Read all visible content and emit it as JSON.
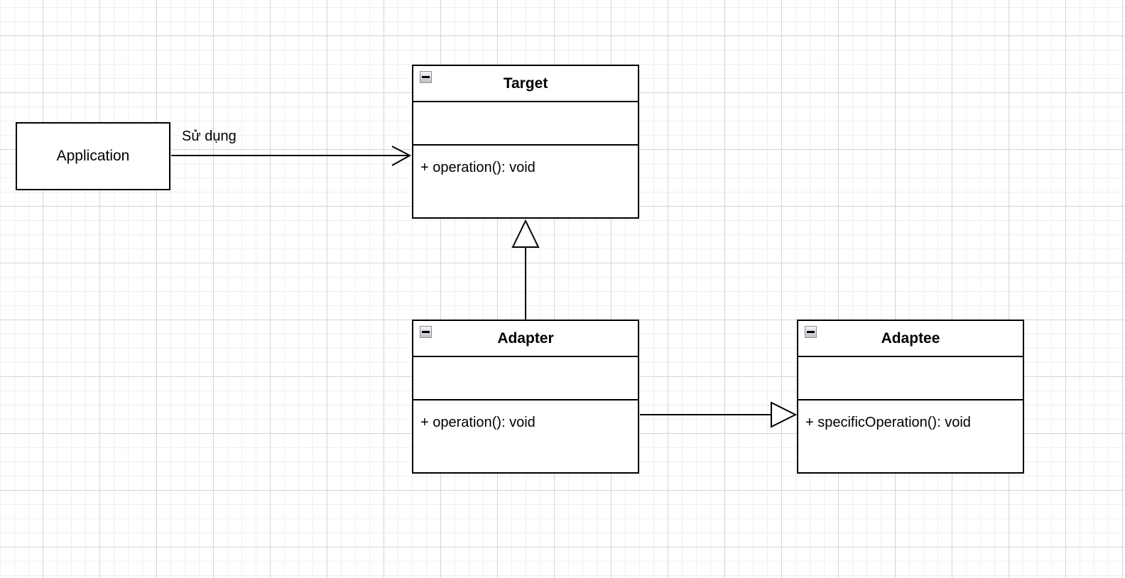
{
  "app": {
    "type": "uml-class-diagram",
    "pattern": "Adapter"
  },
  "colors": {
    "background": "#ffffff",
    "stroke": "#000000",
    "grid_minor": "#efefef",
    "grid_major": "#d5d5d5",
    "node_fill": "#ffffff"
  },
  "nodes": {
    "application": {
      "label": "Application",
      "shape": "rectangle"
    },
    "target": {
      "title": "Target",
      "attributes": [],
      "methods": [
        "+ operation(): void"
      ],
      "collapse_icon": "minus-icon"
    },
    "adapter": {
      "title": "Adapter",
      "attributes": [],
      "methods": [
        "+ operation(): void"
      ],
      "collapse_icon": "minus-icon"
    },
    "adaptee": {
      "title": "Adaptee",
      "attributes": [],
      "methods": [
        "+ specificOperation(): void"
      ],
      "collapse_icon": "minus-icon"
    }
  },
  "edges": {
    "uses": {
      "from": "Application",
      "to": "Target",
      "label": "Sử dụng",
      "arrow": "open-arrow",
      "line": "solid"
    },
    "adapter_extends_target": {
      "from": "Adapter",
      "to": "Target",
      "label": "",
      "arrow": "hollow-triangle",
      "line": "solid"
    },
    "adapter_to_adaptee": {
      "from": "Adapter",
      "to": "Adaptee",
      "label": "",
      "arrow": "hollow-triangle",
      "line": "solid"
    }
  }
}
